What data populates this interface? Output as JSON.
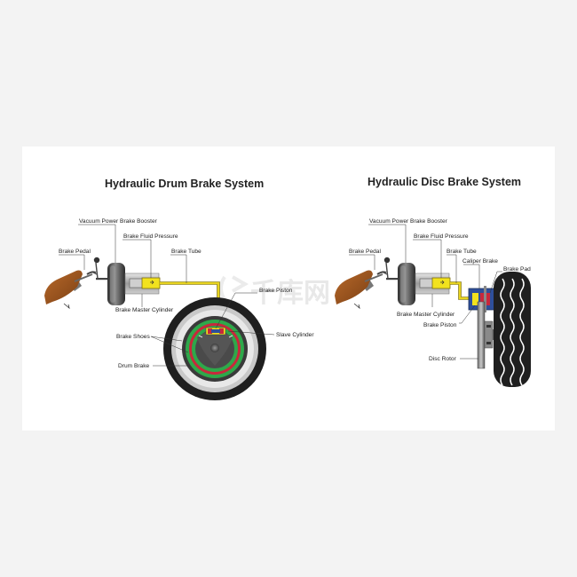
{
  "watermark": "千库网",
  "drum": {
    "title": "Hydraulic Drum Brake System",
    "labels": {
      "vacuum_booster": "Vacuum Power Brake Booster",
      "fluid_pressure": "Brake Fluid Pressure",
      "brake_pedal": "Brake Pedal",
      "brake_tube": "Brake Tube",
      "brake_piston": "Brake Piston",
      "master_cylinder": "Brake Master Cylinder",
      "brake_shoes": "Brake Shoes",
      "slave_cylinder": "Slave Cylinder",
      "drum_brake": "Drum Brake"
    }
  },
  "disc": {
    "title": "Hydraulic Disc Brake System",
    "labels": {
      "vacuum_booster": "Vacuum Power Brake Booster",
      "fluid_pressure": "Brake Fluid Pressure",
      "brake_pedal": "Brake Pedal",
      "brake_tube": "Brake Tube",
      "caliper_brake": "Caliper Brake",
      "brake_pad": "Brake Pad",
      "master_cylinder": "Brake Master Cylinder",
      "brake_piston": "Brake Piston",
      "disc_rotor": "Disc Rotor"
    }
  },
  "colors": {
    "pedal": "#a0561f",
    "tube": "#e7d31f",
    "booster": "#4a4a4a",
    "fluid": "#f2e21e",
    "shoe_red": "#c8283c",
    "drum_green": "#2ea84a",
    "caliper_blue": "#2e4f9b",
    "tire": "#1f1f1f"
  }
}
